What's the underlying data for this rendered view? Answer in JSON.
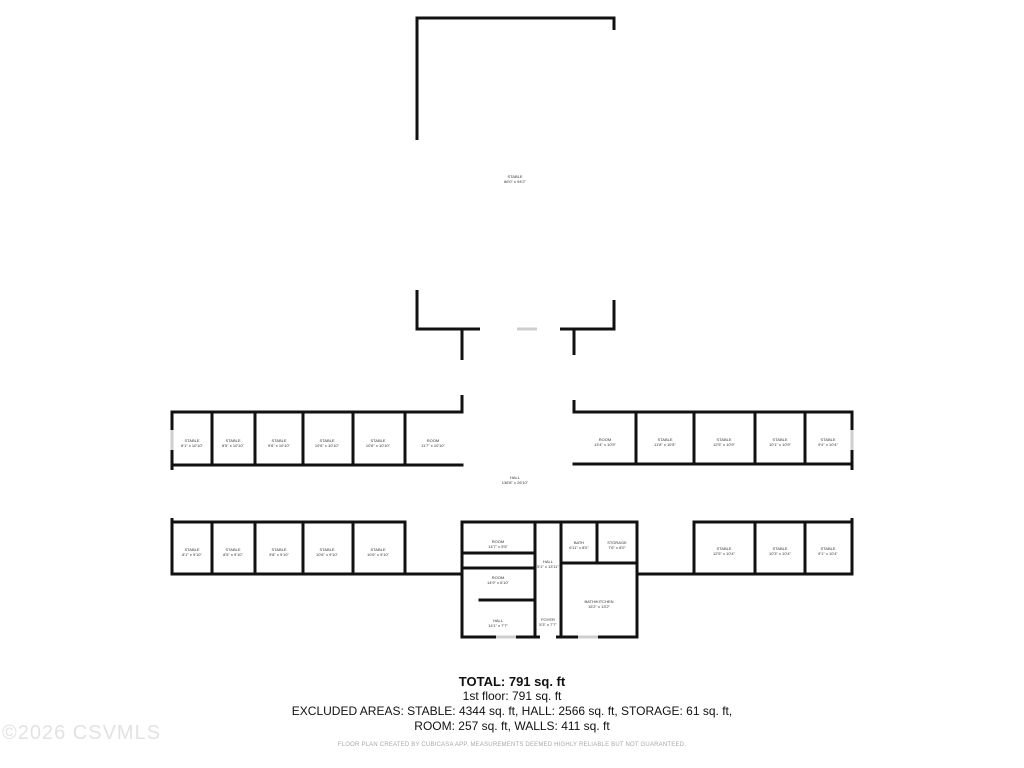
{
  "plan": {
    "rooms": [
      {
        "name": "STABLE",
        "dims": "66'0\" x 94'2\""
      },
      {
        "name": "STABLE",
        "dims": "8'1\" x 10'10\""
      },
      {
        "name": "STABLE",
        "dims": "8'5\" x 10'10\""
      },
      {
        "name": "STABLE",
        "dims": "9'8\" x 10'10\""
      },
      {
        "name": "STABLE",
        "dims": "10'6\" x 10'10\""
      },
      {
        "name": "STABLE",
        "dims": "10'6\" x 10'10\""
      },
      {
        "name": "ROOM",
        "dims": "11'7\" x 10'10\""
      },
      {
        "name": "ROOM",
        "dims": "13'4\" x 10'5\""
      },
      {
        "name": "STABLE",
        "dims": "11'8\" x 10'5\""
      },
      {
        "name": "STABLE",
        "dims": "12'5\" x 10'5\""
      },
      {
        "name": "STABLE",
        "dims": "10'1\" x 10'5\""
      },
      {
        "name": "STABLE",
        "dims": "9'4\" x 10'4\""
      },
      {
        "name": "HALL",
        "dims": "136'8\" x 26'10\""
      },
      {
        "name": "STABLE",
        "dims": "8'1\" x 9'10\""
      },
      {
        "name": "STABLE",
        "dims": "8'5\" x 9'10\""
      },
      {
        "name": "STABLE",
        "dims": "9'8\" x 9'10\""
      },
      {
        "name": "STABLE",
        "dims": "10'6\" x 9'10\""
      },
      {
        "name": "STABLE",
        "dims": "10'6\" x 9'10\""
      },
      {
        "name": "ROOM",
        "dims": "14'7\" x 5'5\""
      },
      {
        "name": "ROOM",
        "dims": "14'9\" x 6'10\""
      },
      {
        "name": "HALL",
        "dims": "14'1\" x 7'7\""
      },
      {
        "name": "HALL",
        "dims": "5'1\" x 13'11\""
      },
      {
        "name": "FOYER",
        "dims": "5'3\" x 7'7\""
      },
      {
        "name": "BATH",
        "dims": "6'11\" x 8'0\""
      },
      {
        "name": "STORAGE",
        "dims": "7'6\" x 8'0\""
      },
      {
        "name": "BATH/KITCHEN",
        "dims": "15'2\" x 13'2\""
      },
      {
        "name": "STABLE",
        "dims": "12'5\" x 10'4\""
      },
      {
        "name": "STABLE",
        "dims": "10'3\" x 10'4\""
      },
      {
        "name": "STABLE",
        "dims": "9'1\" x 10'4\""
      }
    ]
  },
  "totals": {
    "title": "TOTAL: 791 sq. ft",
    "floor": "1st floor: 791 sq. ft",
    "excluded_line1": "EXCLUDED AREAS: STABLE: 4344 sq. ft, HALL: 2566 sq. ft, STORAGE: 61 sq. ft,",
    "excluded_line2": "ROOM: 257 sq. ft, WALLS: 411 sq. ft"
  },
  "disclaimer": "FLOOR PLAN CREATED BY CUBICASA APP. MEASUREMENTS DEEMED HIGHLY RELIABLE BUT NOT GUARANTEED.",
  "watermark": "©2026 CSVMLS"
}
